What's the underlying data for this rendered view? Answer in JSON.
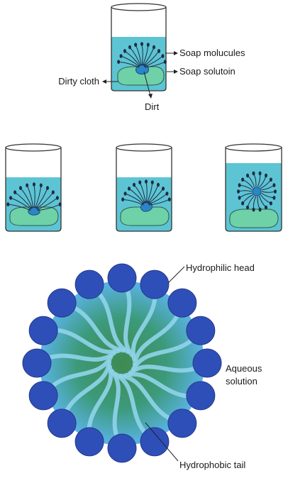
{
  "top_labels": {
    "soap_molecules": "Soap molucules",
    "soap_solution": "Soap solutoin",
    "dirty_cloth": "Dirty cloth",
    "dirt": "Dirt"
  },
  "micelle_labels": {
    "head": "Hydrophilic head",
    "solution_line1": "Aqueous",
    "solution_line2": "solution",
    "tail": "Hydrophobic tail"
  },
  "colors": {
    "water": "#5dc4d3",
    "cloth": "#6fd1a7",
    "dirt": "#2a86c7",
    "molecule": "#1f2a44",
    "head_ball": "#2f4fb8",
    "micelle_core": "#3b8f5a",
    "micelle_edge": "#4aa4de",
    "tail_stroke": "#8fd4ea"
  }
}
